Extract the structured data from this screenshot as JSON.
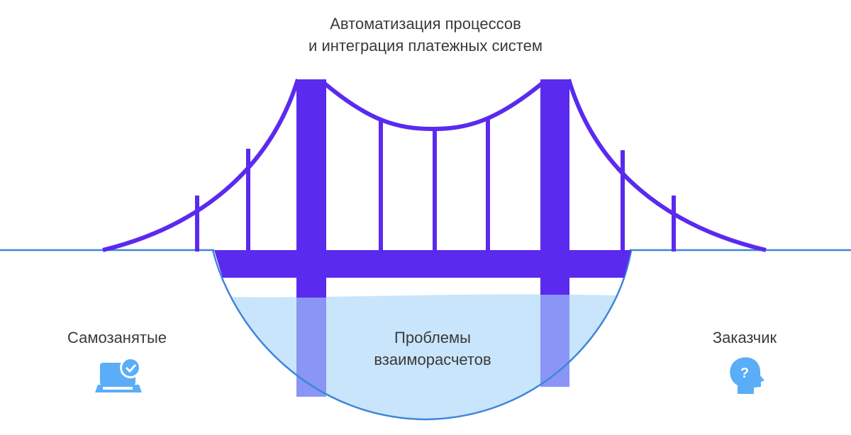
{
  "title": {
    "line1": "Автоматизация процессов",
    "line2": "и интеграция платежных систем"
  },
  "left_label": "Самозанятые",
  "right_label": "Заказчик",
  "center_label": {
    "line1": "Проблемы",
    "line2": "взаиморасчетов"
  },
  "icons": {
    "left": "laptop-check-icon",
    "right": "head-question-icon"
  },
  "colors": {
    "bridge": "#5a2aee",
    "water": "#c9e5fb",
    "line": "#3f86d9",
    "icon": "#5aadf7",
    "tower_submerged": "#8a95f6"
  }
}
